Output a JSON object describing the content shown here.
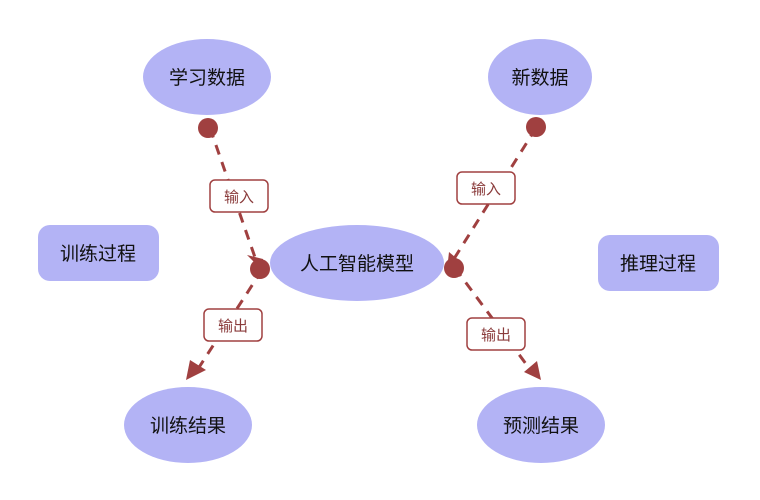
{
  "nodes": {
    "learning_data": "学习数据",
    "new_data": "新数据",
    "ai_model": "人工智能模型",
    "training_process": "训练过程",
    "inference_process": "推理过程",
    "training_result": "训练结果",
    "prediction_result": "预测结果"
  },
  "edges": {
    "input_left": "输入",
    "input_right": "输入",
    "output_left": "输出",
    "output_right": "输出"
  },
  "colors": {
    "node_fill": "#b3b3f5",
    "edge": "#a04040",
    "label_border": "#a04040",
    "label_text": "#8a3b3b"
  }
}
